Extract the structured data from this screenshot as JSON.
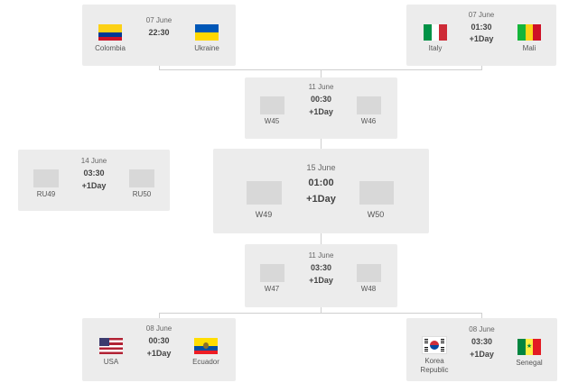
{
  "matches": {
    "m1": {
      "date": "07 June",
      "time": "22:30",
      "day_offset": "",
      "home": "Colombia",
      "away": "Ukraine"
    },
    "m2": {
      "date": "07 June",
      "time": "01:30",
      "day_offset": "+1Day",
      "home": "Italy",
      "away": "Mali"
    },
    "sf1": {
      "date": "11 June",
      "time": "00:30",
      "day_offset": "+1Day",
      "home": "W45",
      "away": "W46"
    },
    "third": {
      "date": "14 June",
      "time": "03:30",
      "day_offset": "+1Day",
      "home": "RU49",
      "away": "RU50"
    },
    "final": {
      "date": "15 June",
      "time": "01:00",
      "day_offset": "+1Day",
      "home": "W49",
      "away": "W50"
    },
    "sf2": {
      "date": "11 June",
      "time": "03:30",
      "day_offset": "+1Day",
      "home": "W47",
      "away": "W48"
    },
    "m3": {
      "date": "08 June",
      "time": "00:30",
      "day_offset": "+1Day",
      "home": "USA",
      "away": "Ecuador"
    },
    "m4": {
      "date": "08 June",
      "time": "03:30",
      "day_offset": "+1Day",
      "home": "Korea Republic",
      "away": "Senegal"
    }
  },
  "flags": {
    "colombia": [
      "#fcd116",
      "#003893",
      "#ce1126"
    ],
    "ukraine": [
      "#0057b7",
      "#ffd700"
    ],
    "italy": [
      "#009246",
      "#ffffff",
      "#ce2b37"
    ],
    "mali": [
      "#14b53a",
      "#fcd116",
      "#ce1126"
    ],
    "usa": [
      "#b22234",
      "#ffffff",
      "#3c3b6e"
    ],
    "ecuador": [
      "#ffdd00",
      "#034ea2",
      "#ed1c24"
    ],
    "korea": [
      "#ffffff",
      "#cd2e3a",
      "#0047a0",
      "#000000"
    ],
    "senegal": [
      "#00853f",
      "#fdef42",
      "#e31b23"
    ]
  }
}
